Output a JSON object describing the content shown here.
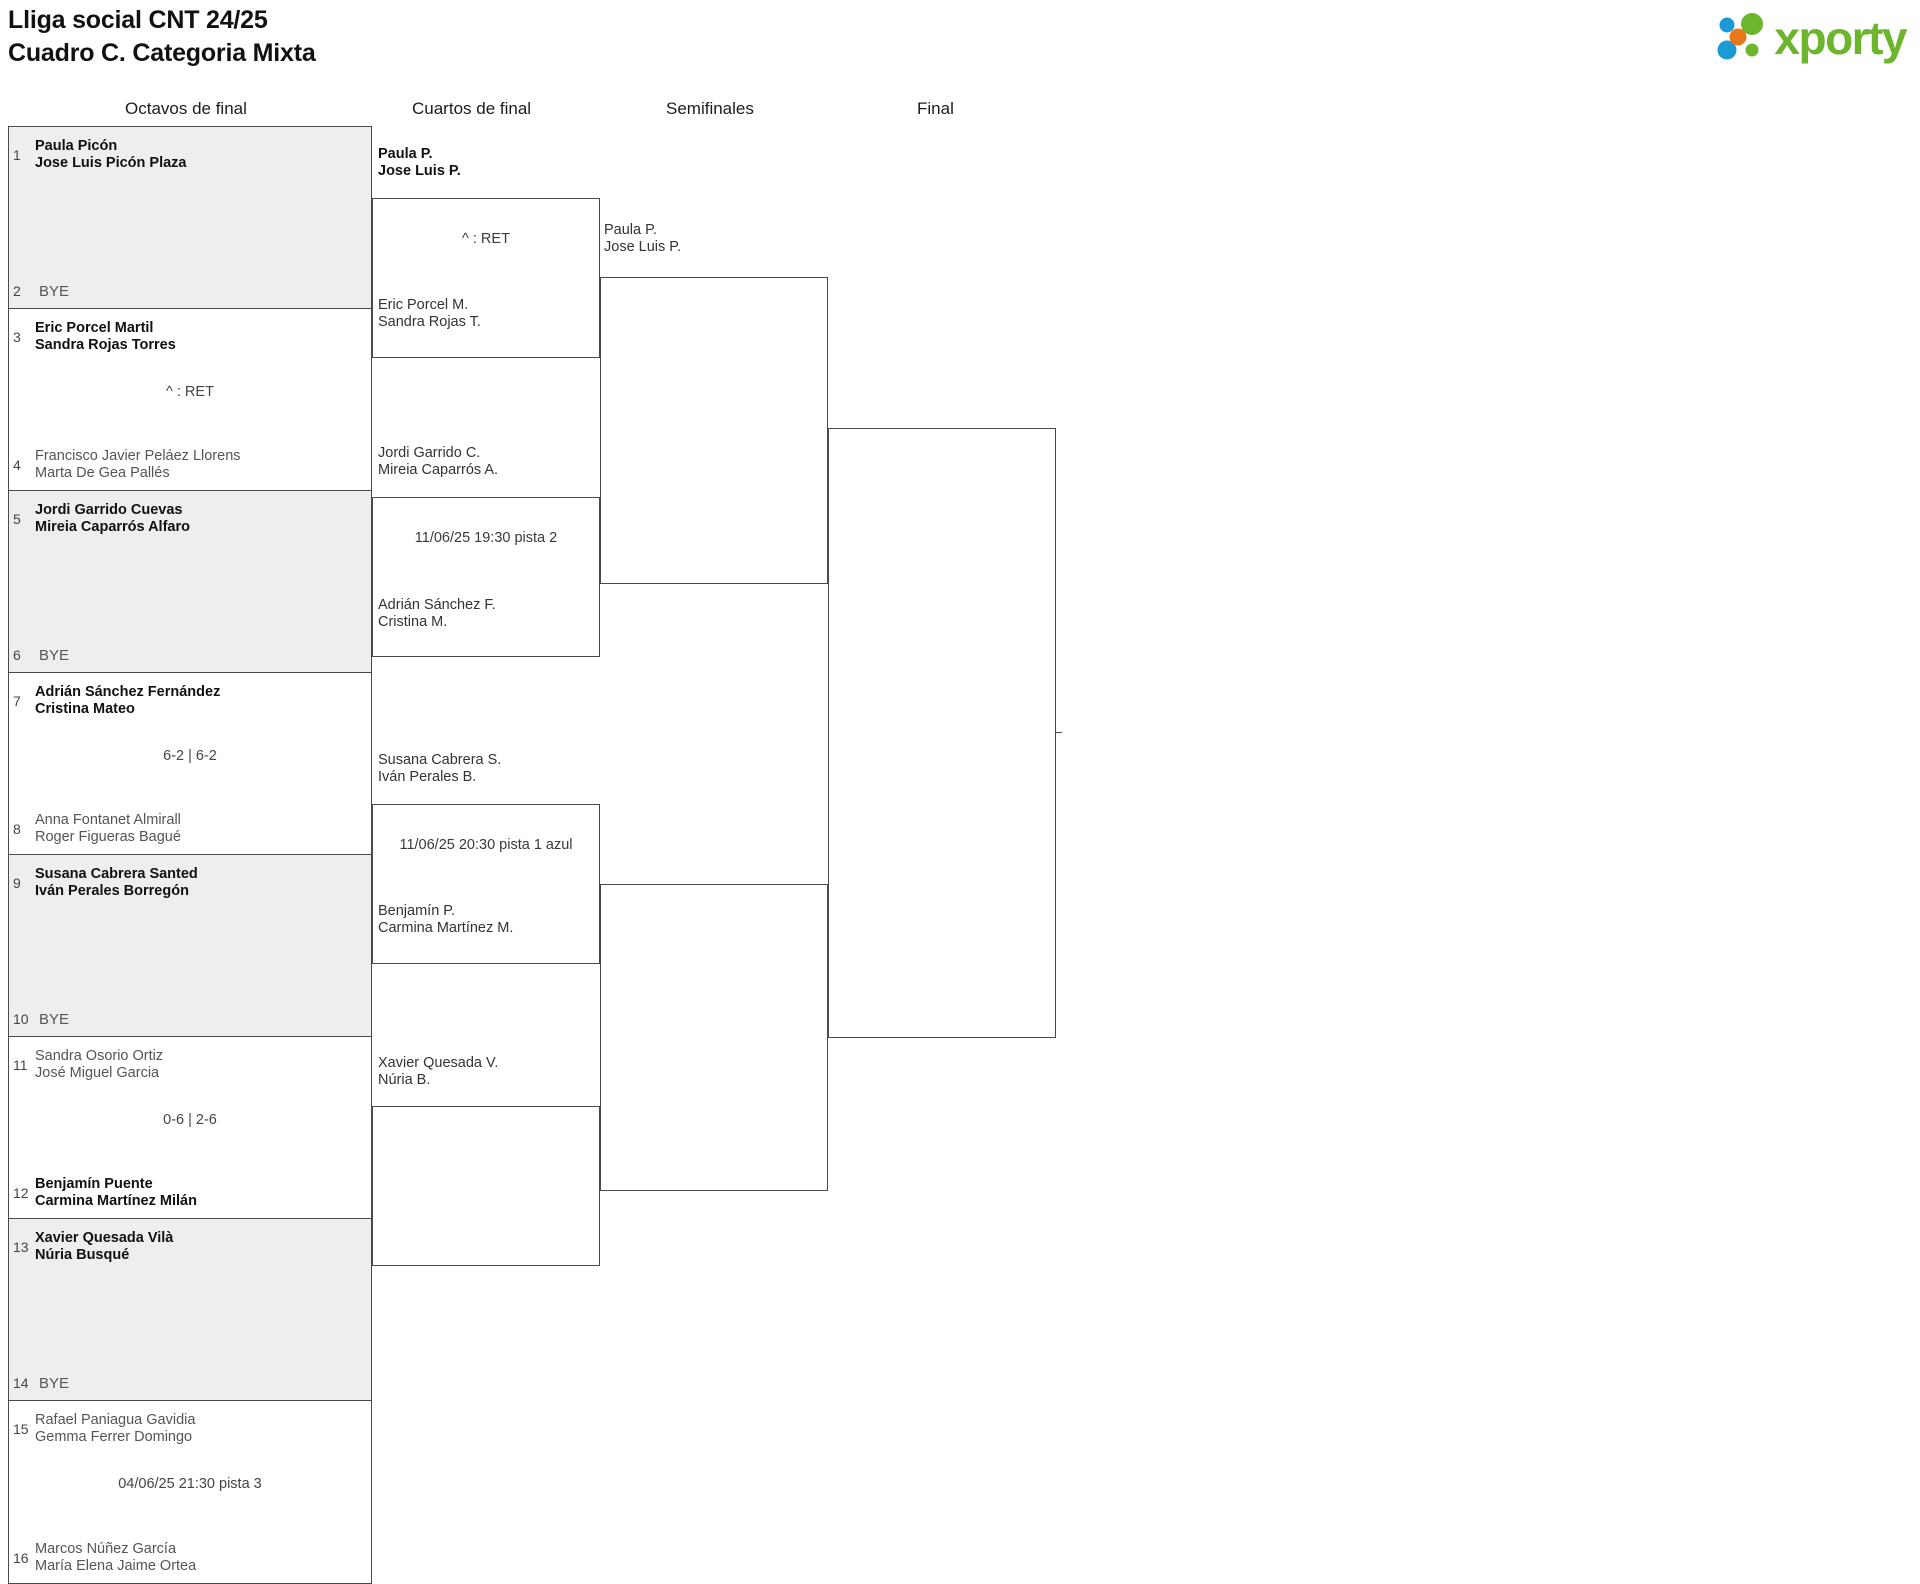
{
  "header": {
    "title": "Lliga social CNT 24/25\nCuadro C. Categoria Mixta",
    "logo_text": "xporty",
    "logo_colors": {
      "green": "#6cb52d",
      "blue": "#1c9ad6",
      "orange": "#e8791a"
    }
  },
  "rounds": [
    {
      "id": "octavos",
      "label": "Octavos de final"
    },
    {
      "id": "cuartos",
      "label": "Cuartos de final"
    },
    {
      "id": "semis",
      "label": "Semifinales"
    },
    {
      "id": "final",
      "label": "Final"
    }
  ],
  "round1": [
    {
      "bye": true,
      "top": {
        "seed": "1",
        "line1": "Paula Picón",
        "line2": "Jose Luis Picón Plaza",
        "winner": true
      },
      "bottom": {
        "seed": "2",
        "line1": "BYE",
        "line2": "",
        "winner": false
      },
      "result": ""
    },
    {
      "bye": false,
      "top": {
        "seed": "3",
        "line1": "Eric Porcel Martil",
        "line2": "Sandra Rojas Torres",
        "winner": true
      },
      "bottom": {
        "seed": "4",
        "line1": "Francisco Javier Peláez Llorens",
        "line2": "Marta De Gea Pallés",
        "winner": false
      },
      "result": "^ : RET"
    },
    {
      "bye": true,
      "top": {
        "seed": "5",
        "line1": "Jordi Garrido Cuevas",
        "line2": "Mireia Caparrós Alfaro",
        "winner": true
      },
      "bottom": {
        "seed": "6",
        "line1": "BYE",
        "line2": "",
        "winner": false
      },
      "result": ""
    },
    {
      "bye": false,
      "top": {
        "seed": "7",
        "line1": "Adrián Sánchez Fernández",
        "line2": "Cristina Mateo",
        "winner": true
      },
      "bottom": {
        "seed": "8",
        "line1": "Anna Fontanet Almirall",
        "line2": "Roger Figueras Bagué",
        "winner": false
      },
      "result": "6-2 | 6-2"
    },
    {
      "bye": true,
      "top": {
        "seed": "9",
        "line1": "Susana Cabrera Santed",
        "line2": "Iván Perales Borregón",
        "winner": true
      },
      "bottom": {
        "seed": "10",
        "line1": "BYE",
        "line2": "",
        "winner": false
      },
      "result": ""
    },
    {
      "bye": false,
      "top": {
        "seed": "11",
        "line1": "Sandra Osorio Ortiz",
        "line2": "José Miguel Garcia",
        "winner": false
      },
      "bottom": {
        "seed": "12",
        "line1": "Benjamín Puente",
        "line2": "Carmina Martínez Milán",
        "winner": true
      },
      "result": "0-6 | 2-6"
    },
    {
      "bye": true,
      "top": {
        "seed": "13",
        "line1": "Xavier Quesada Vilà",
        "line2": "Núria Busqué",
        "winner": true
      },
      "bottom": {
        "seed": "14",
        "line1": "BYE",
        "line2": "",
        "winner": false
      },
      "result": ""
    },
    {
      "bye": false,
      "top": {
        "seed": "15",
        "line1": "Rafael Paniagua Gavidia",
        "line2": "Gemma Ferrer Domingo",
        "winner": false
      },
      "bottom": {
        "seed": "16",
        "line1": "Marcos Núñez García",
        "line2": "María Elena Jaime Ortea",
        "winner": false
      },
      "result": "04/06/25 21:30 pista 3"
    }
  ],
  "quarterfinals": [
    {
      "top": {
        "line1": "Paula P.",
        "line2": "Jose Luis P.",
        "winner": true
      },
      "bottom": {
        "line1": "Eric Porcel M.",
        "line2": "Sandra Rojas T.",
        "winner": false
      },
      "result": "^ : RET"
    },
    {
      "top": {
        "line1": "Jordi Garrido C.",
        "line2": "Mireia Caparrós A.",
        "winner": false
      },
      "bottom": {
        "line1": "Adrián Sánchez F.",
        "line2": "Cristina M.",
        "winner": false
      },
      "result": "11/06/25 19:30 pista 2"
    },
    {
      "top": {
        "line1": "Susana Cabrera S.",
        "line2": "Iván Perales B.",
        "winner": false
      },
      "bottom": {
        "line1": "Benjamín P.",
        "line2": "Carmina Martínez M.",
        "winner": false
      },
      "result": "11/06/25 20:30 pista 1 azul"
    },
    {
      "top": {
        "line1": "Xavier Quesada V.",
        "line2": "Núria B.",
        "winner": false
      },
      "bottom": {
        "line1": "",
        "line2": "",
        "winner": false
      },
      "result": ""
    }
  ],
  "semifinals": [
    {
      "top": {
        "line1": "Paula P.",
        "line2": "Jose Luis P.",
        "winner": false
      },
      "bottom": {
        "line1": "",
        "line2": "",
        "winner": false
      },
      "result": ""
    },
    {
      "top": {
        "line1": "",
        "line2": "",
        "winner": false
      },
      "bottom": {
        "line1": "",
        "line2": "",
        "winner": false
      },
      "result": ""
    }
  ],
  "final": {
    "top": {
      "line1": "",
      "line2": "",
      "winner": false
    },
    "bottom": {
      "line1": "",
      "line2": "",
      "winner": false
    },
    "result": ""
  }
}
